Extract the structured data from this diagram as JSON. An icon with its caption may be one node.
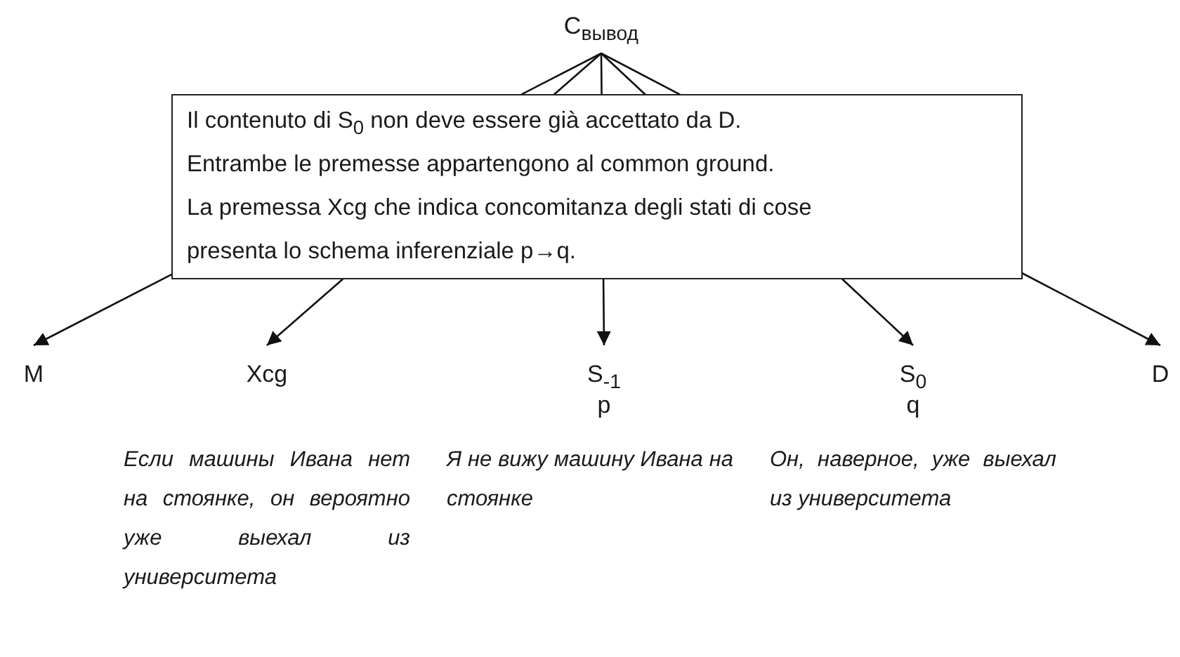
{
  "diagram": {
    "nodes": [
      {
        "text": [
          "C$_{вывод}$"
        ]
      },
      {
        "text": [
          "Il contenuto di S$_{0}$ non deve essere già accettato da D.",
          "Entrambe le premesse appartengono al common ground.",
          "La premessa Xcg che indica concomitanza degli stati di cose presenta lo schema inferenziale p→q."
        ]
      },
      {
        "text": [
          "M"
        ]
      },
      {
        "text": [
          "Xcg"
        ],
        "beside": [
          "Если машины Ивана нет на стоянке, он вероятно уже выехал из университета"
        ]
      },
      {
        "text": [
          "S$_{-1}$",
          "p"
        ],
        "beside": [
          "Я не вижу машину Ивана на стоянке"
        ]
      },
      {
        "text": [
          "S$_{0}$",
          "q"
        ],
        "beside": [
          "Он, наверное, уже выехал из университета"
        ]
      },
      {
        "text": [
          "D"
        ]
      }
    ],
    "edges": [
      {
        "from": 0,
        "to": 1,
        "arrow": "none"
      },
      {
        "from": 0,
        "to": 1,
        "arrow": "none"
      },
      {
        "from": 0,
        "to": 1,
        "arrow": "none"
      },
      {
        "from": 0,
        "to": 1,
        "arrow": "none"
      },
      {
        "from": 0,
        "to": 1,
        "arrow": "none"
      },
      {
        "from": 1,
        "to": 2,
        "arrow": "to"
      },
      {
        "from": 1,
        "to": 3,
        "arrow": "to"
      },
      {
        "from": 1,
        "to": 4,
        "arrow": "to"
      },
      {
        "from": 1,
        "to": 5,
        "arrow": "to"
      },
      {
        "from": 1,
        "to": 6,
        "arrow": "to"
      }
    ]
  }
}
